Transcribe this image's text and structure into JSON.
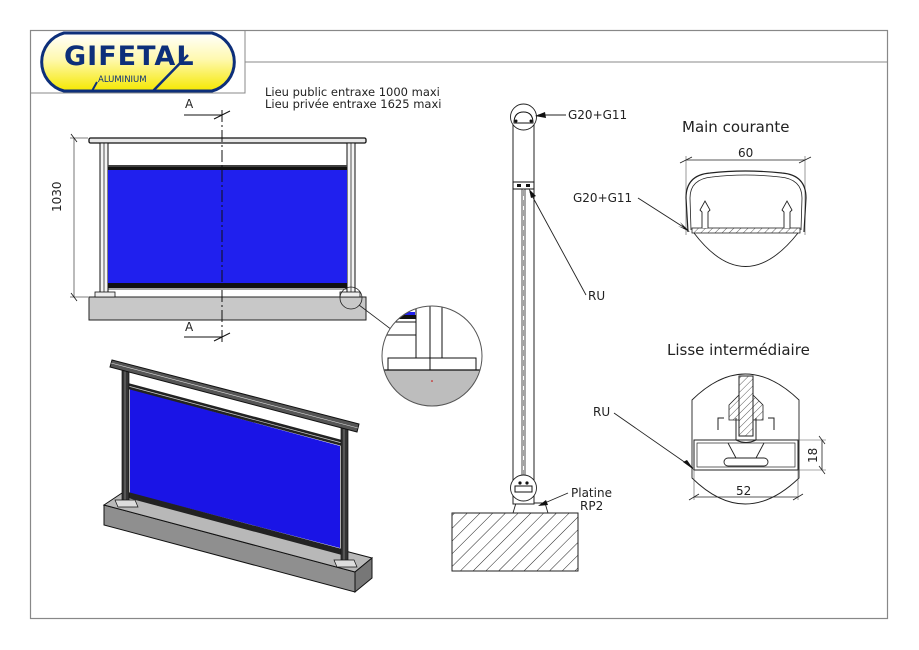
{
  "logo": {
    "brand": "GIFETAL",
    "subtitle": "ALUMINIUM",
    "colors": {
      "navy": "#0d2f7a",
      "yellow": "#f5e800"
    }
  },
  "notes": [
    "Lieu public entraxe 1000 maxi",
    "Lieu privée entraxe 1625 maxi"
  ],
  "front_view": {
    "section_marker": "A",
    "height_dimension": "1030",
    "glass_color": "#2020ee",
    "concrete_color": "#c8c8c8"
  },
  "section_view": {
    "callouts": {
      "top_gasket": "G20+G11",
      "rail_seal": "RU",
      "base_plate_line1": "Platine",
      "base_plate_line2": "RP2"
    }
  },
  "handrail_detail": {
    "title": "Main courante",
    "width_dimension": "60",
    "callout": "G20+G11"
  },
  "intermediate_rail_detail": {
    "title": "Lisse intermédiaire",
    "callout": "RU",
    "width_dimension": "52",
    "height_dimension": "18"
  }
}
